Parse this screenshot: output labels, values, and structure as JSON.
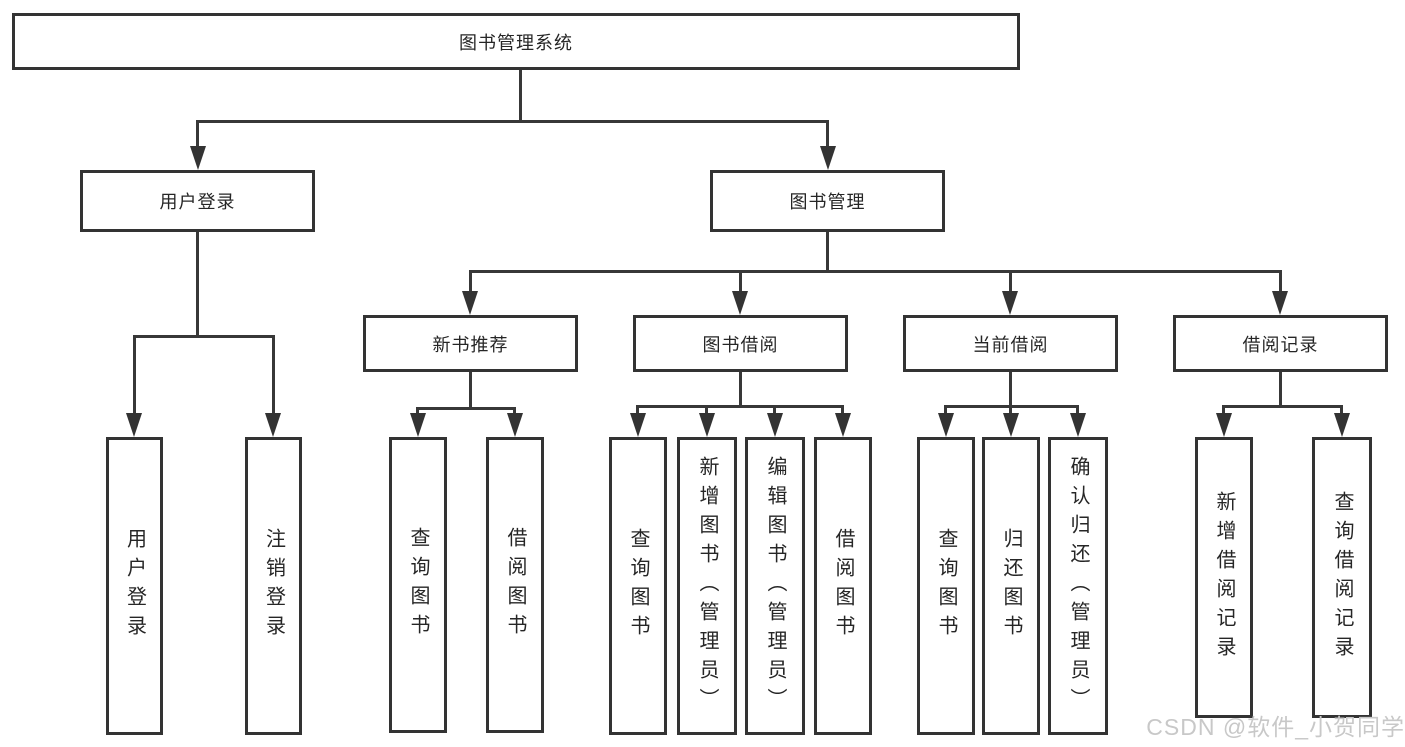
{
  "diagram": {
    "title": "图书管理系统",
    "type": "function-structure-tree"
  },
  "nodes": {
    "root": "图书管理系统",
    "user_login": "用户登录",
    "book_mgmt": "图书管理",
    "new_book": "新书推荐",
    "book_borrow": "图书借阅",
    "current_borrow": "当前借阅",
    "borrow_record": "借阅记录",
    "ul_login": "用户登录",
    "ul_logout": "注销登录",
    "nb_query": "查询图书",
    "nb_borrow": "借阅图书",
    "bb_query": "查询图书",
    "bb_add": "新增图书（管理员）",
    "bb_edit": "编辑图书（管理员）",
    "bb_borrow": "借阅图书",
    "cb_query": "查询图书",
    "cb_return": "归还图书",
    "cb_confirm": "确认归还（管理员）",
    "br_add": "新增借阅记录",
    "br_query": "查询借阅记录"
  },
  "edges": [
    [
      "图书管理系统",
      "用户登录"
    ],
    [
      "图书管理系统",
      "图书管理"
    ],
    [
      "用户登录",
      "用户登录"
    ],
    [
      "用户登录",
      "注销登录"
    ],
    [
      "图书管理",
      "新书推荐"
    ],
    [
      "图书管理",
      "图书借阅"
    ],
    [
      "图书管理",
      "当前借阅"
    ],
    [
      "图书管理",
      "借阅记录"
    ],
    [
      "新书推荐",
      "查询图书"
    ],
    [
      "新书推荐",
      "借阅图书"
    ],
    [
      "图书借阅",
      "查询图书"
    ],
    [
      "图书借阅",
      "新增图书（管理员）"
    ],
    [
      "图书借阅",
      "编辑图书（管理员）"
    ],
    [
      "图书借阅",
      "借阅图书"
    ],
    [
      "当前借阅",
      "查询图书"
    ],
    [
      "当前借阅",
      "归还图书"
    ],
    [
      "当前借阅",
      "确认归还（管理员）"
    ],
    [
      "借阅记录",
      "新增借阅记录"
    ],
    [
      "借阅记录",
      "查询借阅记录"
    ]
  ],
  "watermark": {
    "text": "CSDN @软件_小贺同学",
    "color": "#c8c8c8"
  },
  "colors": {
    "line": "#383838",
    "border": "#333333",
    "text": "#262626",
    "background": "#ffffff"
  }
}
